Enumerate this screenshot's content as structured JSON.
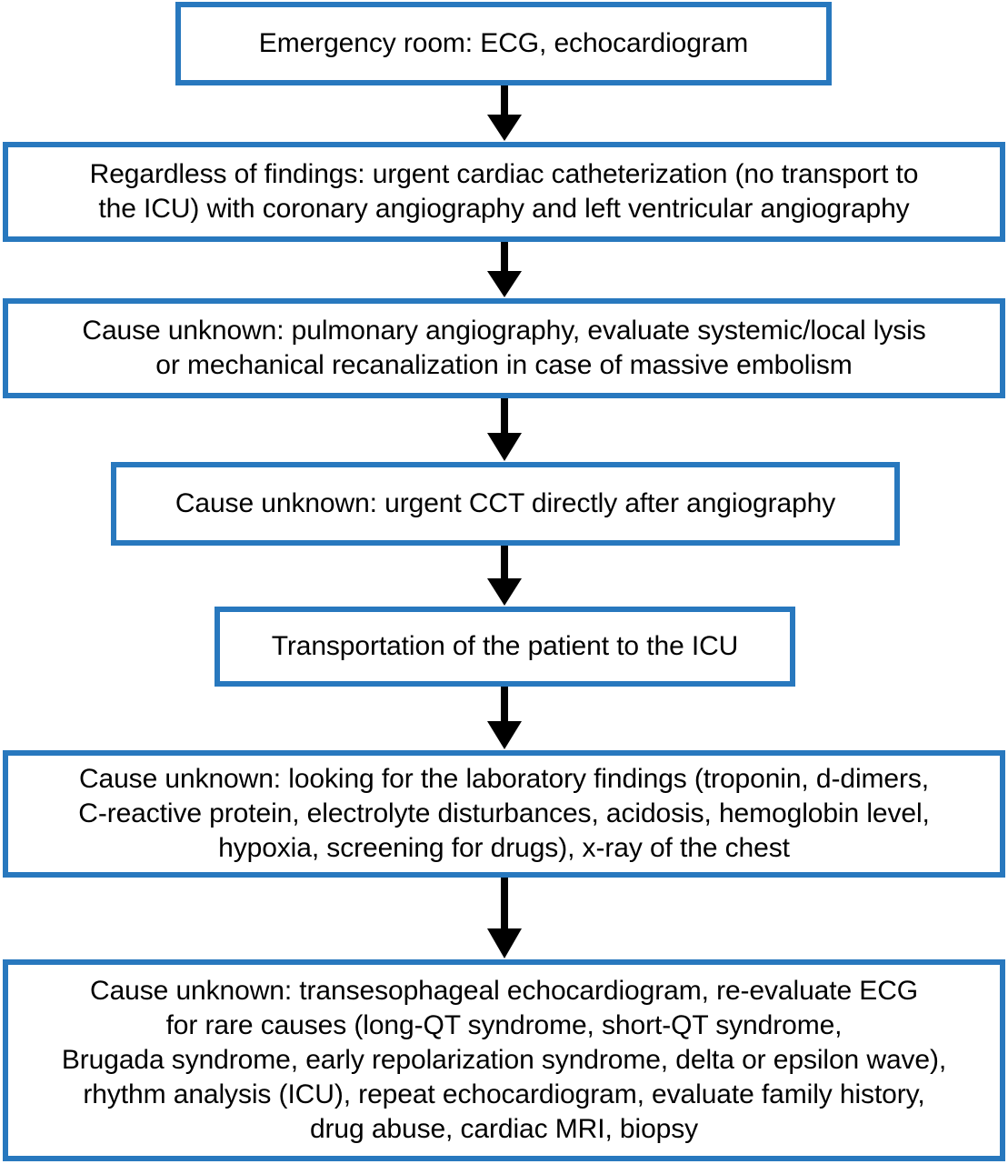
{
  "chart_data": {
    "type": "diagram",
    "diagram_kind": "flowchart",
    "orientation": "top-to-bottom",
    "title": "",
    "style": {
      "box_border_color": "#2878be",
      "box_fill_color": "#ffffff",
      "text_color": "#000000",
      "arrow_color": "#000000",
      "background": "#ffffff",
      "border_width_px": 6,
      "font_size_px": 30
    },
    "nodes": [
      {
        "id": "n1",
        "label": "Emergency room: ECG, echocardiogram",
        "lines": [
          "Emergency room: ECG, echocardiogram"
        ]
      },
      {
        "id": "n2",
        "label": "Regardless of findings: urgent cardiac catheterization (no transport to the ICU) with coronary angiography and left ventricular angiography",
        "lines": [
          "Regardless of findings: urgent cardiac catheterization (no transport to",
          "the ICU) with coronary angiography and left ventricular angiography"
        ]
      },
      {
        "id": "n3",
        "label": "Cause unknown: pulmonary angiography, evaluate systemic/local lysis or mechanical recanalization in case of massive embolism",
        "lines": [
          "Cause unknown: pulmonary angiography, evaluate systemic/local lysis",
          "or mechanical recanalization in case of massive embolism"
        ]
      },
      {
        "id": "n4",
        "label": "Cause unknown: urgent CCT directly after angiography",
        "lines": [
          "Cause unknown: urgent CCT directly after angiography"
        ]
      },
      {
        "id": "n5",
        "label": "Transportation of the patient to the ICU",
        "lines": [
          "Transportation of the patient to the ICU"
        ]
      },
      {
        "id": "n6",
        "label": "Cause unknown: looking for the laboratory findings (troponin, d-dimers, C-reactive protein, electrolyte disturbances, acidosis, hemoglobin level, hypoxia, screening for drugs), x-ray of the chest",
        "lines": [
          "Cause unknown: looking for the laboratory findings (troponin, d-dimers,",
          "C-reactive protein, electrolyte disturbances, acidosis, hemoglobin level,",
          "hypoxia, screening for drugs), x-ray of the chest"
        ]
      },
      {
        "id": "n7",
        "label": "Cause unknown: transesophageal echocardiogram, re-evaluate ECG for rare causes (long-QT syndrome, short-QT syndrome, Brugada syndrome, early repolarization syndrome, delta or epsilon wave), rhythm analysis (ICU), repeat echocardiogram, evaluate family history, drug abuse, cardiac MRI, biopsy",
        "lines": [
          "Cause unknown: transesophageal echocardiogram, re-evaluate ECG",
          "for rare causes (long-QT syndrome, short-QT syndrome,",
          "Brugada syndrome, early repolarization syndrome, delta or epsilon wave),",
          "rhythm analysis (ICU), repeat echocardiogram, evaluate family history,",
          "drug abuse, cardiac MRI, biopsy"
        ]
      }
    ],
    "edges": [
      {
        "from": "n1",
        "to": "n2",
        "arrow": "down"
      },
      {
        "from": "n2",
        "to": "n3",
        "arrow": "down"
      },
      {
        "from": "n3",
        "to": "n4",
        "arrow": "down"
      },
      {
        "from": "n4",
        "to": "n5",
        "arrow": "down"
      },
      {
        "from": "n5",
        "to": "n6",
        "arrow": "down"
      },
      {
        "from": "n6",
        "to": "n7",
        "arrow": "down"
      }
    ]
  },
  "nodes": {
    "n1": "Emergency room: ECG, echocardiogram",
    "n2": "Regardless of findings: urgent cardiac catheterization (no transport to\nthe ICU) with coronary angiography and left ventricular angiography",
    "n3": "Cause unknown: pulmonary angiography, evaluate systemic/local lysis\nor mechanical recanalization in case of massive embolism",
    "n4": "Cause unknown: urgent CCT directly after angiography",
    "n5": "Transportation of the patient to the ICU",
    "n6": "Cause unknown: looking for the laboratory findings (troponin, d-dimers,\nC-reactive protein, electrolyte disturbances, acidosis, hemoglobin level,\nhypoxia, screening for drugs), x-ray of the chest",
    "n7": "Cause unknown: transesophageal echocardiogram, re-evaluate ECG\nfor rare causes (long-QT syndrome, short-QT syndrome,\nBrugada syndrome, early repolarization syndrome, delta or epsilon wave),\nrhythm analysis (ICU), repeat echocardiogram, evaluate family history,\ndrug abuse, cardiac MRI, biopsy"
  }
}
